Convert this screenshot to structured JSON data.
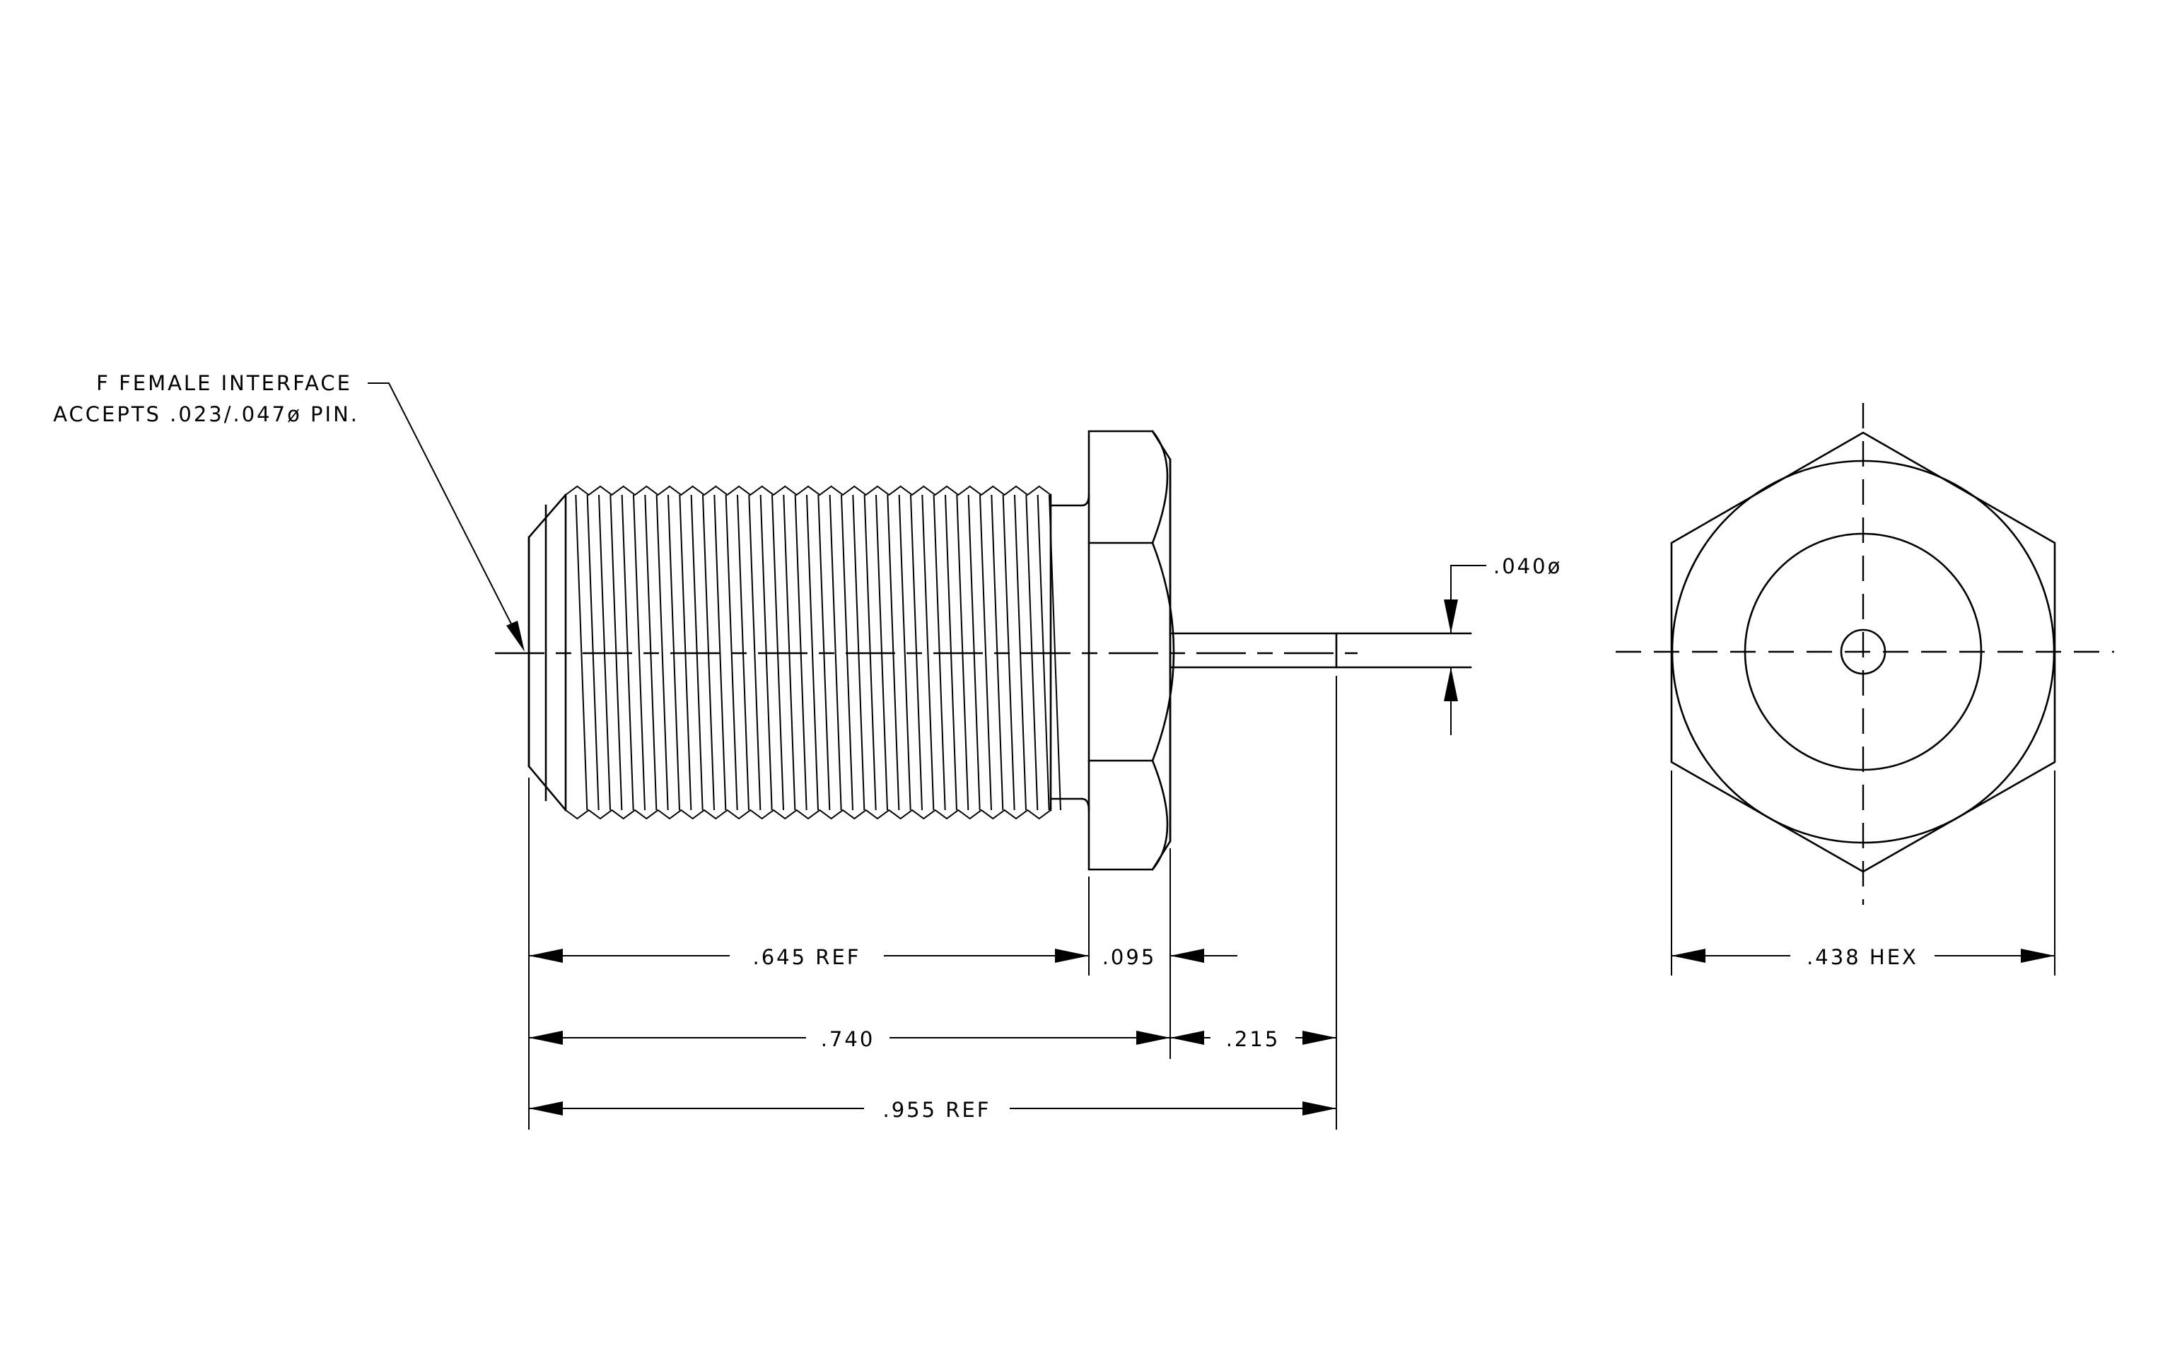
{
  "callout": {
    "line1": "F FEMALE INTERFACE",
    "line2": "ACCEPTS .023/.047ø PIN."
  },
  "dimensions": {
    "thread_length": ".645 REF",
    "hex_thickness": ".095",
    "body_length": ".740",
    "pin_length": ".215",
    "overall_length": ".955 REF",
    "pin_diameter": ".040ø",
    "hex_across_flats": ".438 HEX"
  }
}
